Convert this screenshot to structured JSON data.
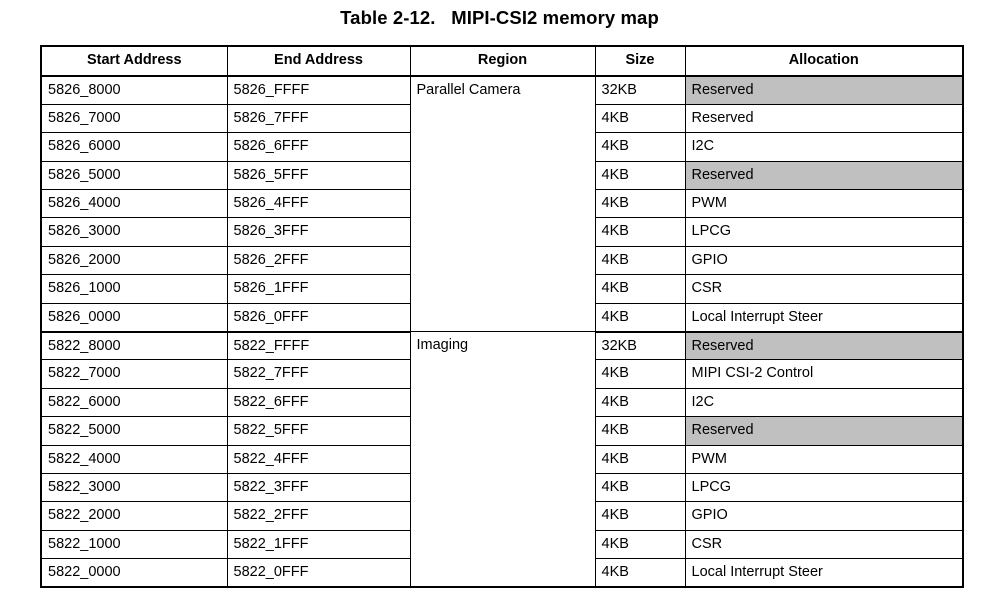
{
  "title": "Table 2-12.   MIPI-CSI2 memory map",
  "colors": {
    "shaded_row_fill": "#c0c0c0",
    "border": "#000000",
    "page_background": "#ffffff",
    "text": "#000000"
  },
  "table": {
    "columns": [
      "Start Address",
      "End Address",
      "Region",
      "Size",
      "Allocation"
    ],
    "regions": [
      {
        "name": "Parallel Camera",
        "row_count": 9
      },
      {
        "name": "Imaging",
        "row_count": 9
      }
    ],
    "rows": [
      {
        "start": "5826_8000",
        "end": "5826_FFFF",
        "region": "Parallel Camera",
        "size": "32KB",
        "allocation": "Reserved",
        "shaded": true
      },
      {
        "start": "5826_7000",
        "end": "5826_7FFF",
        "region": "",
        "size": "4KB",
        "allocation": "Reserved",
        "shaded": false
      },
      {
        "start": "5826_6000",
        "end": "5826_6FFF",
        "region": "",
        "size": "4KB",
        "allocation": "I2C",
        "shaded": false
      },
      {
        "start": "5826_5000",
        "end": "5826_5FFF",
        "region": "",
        "size": "4KB",
        "allocation": "Reserved",
        "shaded": true
      },
      {
        "start": "5826_4000",
        "end": "5826_4FFF",
        "region": "",
        "size": "4KB",
        "allocation": "PWM",
        "shaded": false
      },
      {
        "start": "5826_3000",
        "end": "5826_3FFF",
        "region": "",
        "size": "4KB",
        "allocation": "LPCG",
        "shaded": false
      },
      {
        "start": "5826_2000",
        "end": "5826_2FFF",
        "region": "",
        "size": "4KB",
        "allocation": "GPIO",
        "shaded": false
      },
      {
        "start": "5826_1000",
        "end": "5826_1FFF",
        "region": "",
        "size": "4KB",
        "allocation": "CSR",
        "shaded": false
      },
      {
        "start": "5826_0000",
        "end": "5826_0FFF",
        "region": "",
        "size": "4KB",
        "allocation": "Local Interrupt Steer",
        "shaded": false
      },
      {
        "start": "5822_8000",
        "end": "5822_FFFF",
        "region": "Imaging",
        "size": "32KB",
        "allocation": "Reserved",
        "shaded": true
      },
      {
        "start": "5822_7000",
        "end": "5822_7FFF",
        "region": "",
        "size": "4KB",
        "allocation": "MIPI CSI-2 Control",
        "shaded": false
      },
      {
        "start": "5822_6000",
        "end": "5822_6FFF",
        "region": "",
        "size": "4KB",
        "allocation": "I2C",
        "shaded": false
      },
      {
        "start": "5822_5000",
        "end": "5822_5FFF",
        "region": "",
        "size": "4KB",
        "allocation": "Reserved",
        "shaded": true
      },
      {
        "start": "5822_4000",
        "end": "5822_4FFF",
        "region": "",
        "size": "4KB",
        "allocation": "PWM",
        "shaded": false
      },
      {
        "start": "5822_3000",
        "end": "5822_3FFF",
        "region": "",
        "size": "4KB",
        "allocation": "LPCG",
        "shaded": false
      },
      {
        "start": "5822_2000",
        "end": "5822_2FFF",
        "region": "",
        "size": "4KB",
        "allocation": "GPIO",
        "shaded": false
      },
      {
        "start": "5822_1000",
        "end": "5822_1FFF",
        "region": "",
        "size": "4KB",
        "allocation": "CSR",
        "shaded": false
      },
      {
        "start": "5822_0000",
        "end": "5822_0FFF",
        "region": "",
        "size": "4KB",
        "allocation": "Local Interrupt Steer",
        "shaded": false
      }
    ]
  }
}
